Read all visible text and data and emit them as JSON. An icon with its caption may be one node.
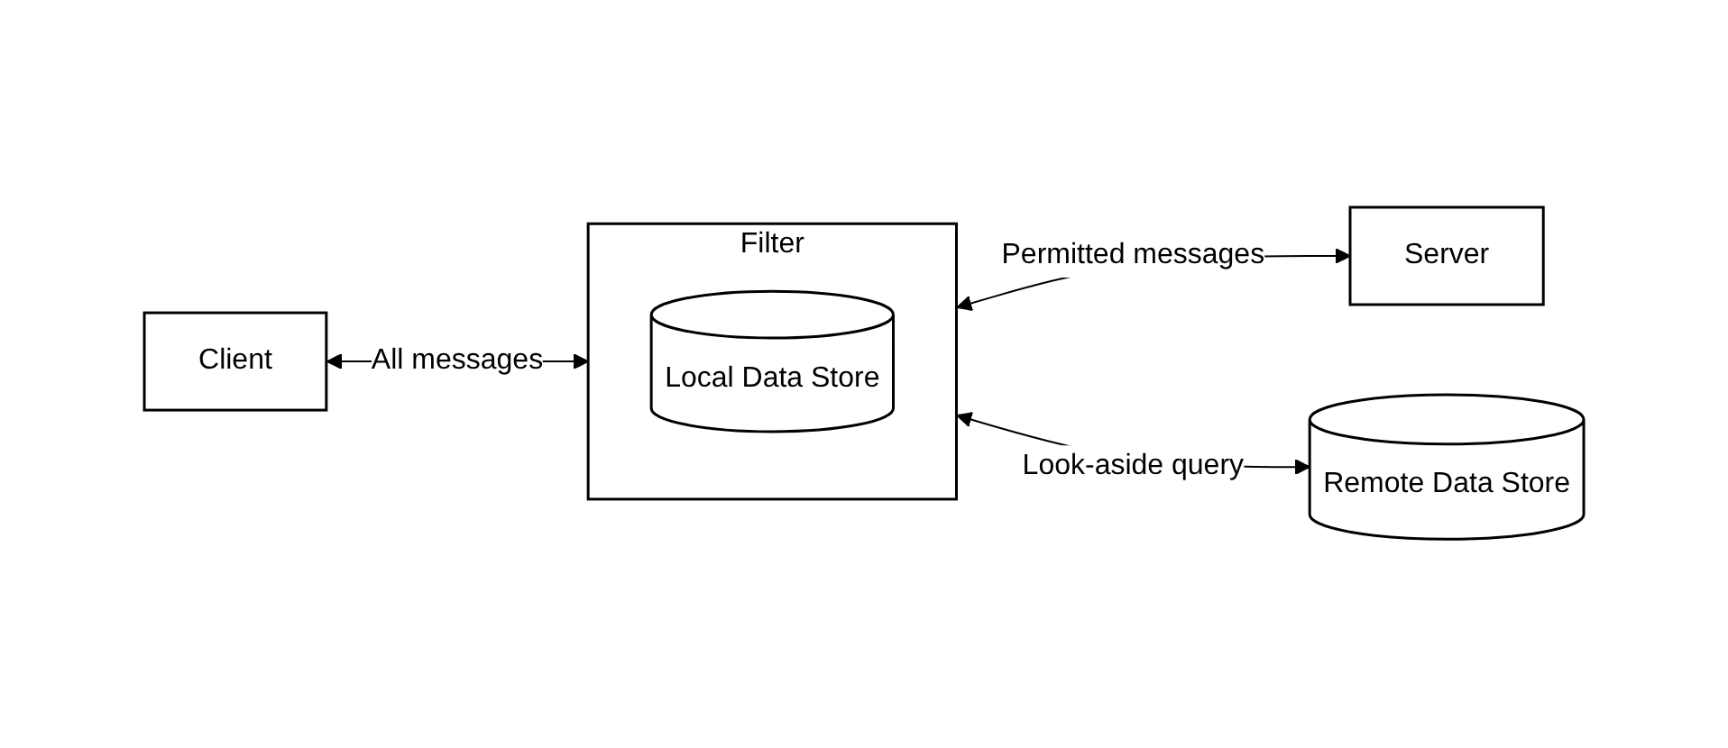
{
  "diagram": {
    "nodes": [
      {
        "text": [
          "Client"
        ]
      },
      {
        "text": [
          "Filter"
        ]
      },
      {
        "text": [
          "Local Data Store"
        ],
        "in": 1
      },
      {
        "text": [
          "Server"
        ]
      },
      {
        "text": [
          "Remote Data Store"
        ]
      }
    ],
    "edges": [
      {
        "from": 0,
        "to": 1,
        "arrow": "both",
        "label": "All messages"
      },
      {
        "from": 1,
        "to": 3,
        "arrow": "both",
        "label": "Permitted messages"
      },
      {
        "from": 1,
        "to": 4,
        "arrow": "both",
        "label": "Look-aside query"
      }
    ]
  }
}
